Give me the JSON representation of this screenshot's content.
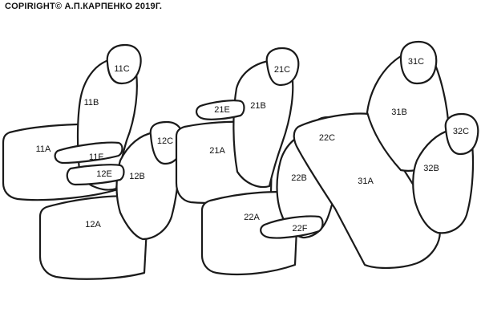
{
  "copyright": "COPIRIGHT© А.П.КАРПЕНКО 2019Г.",
  "labels": {
    "11A": "11A",
    "11B": "11B",
    "11C": "11C",
    "11F": "11F",
    "12A": "12A",
    "12B": "12B",
    "12C": "12C",
    "12E": "12E",
    "21A": "21A",
    "21B": "21B",
    "21C": "21C",
    "21E": "21E",
    "22A": "22A",
    "22B": "22B",
    "22C": "22C",
    "22F": "22F",
    "31A": "31A",
    "31B": "31B",
    "31C": "31C",
    "32B": "32B",
    "32C": "32C"
  }
}
